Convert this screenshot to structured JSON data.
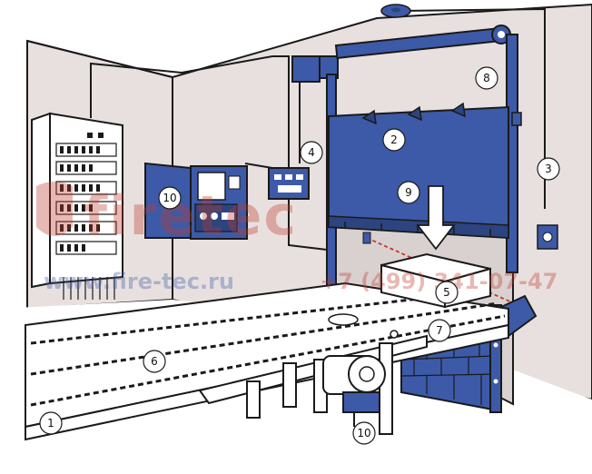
{
  "watermark": {
    "brand": "firetec",
    "site": "www.fire-tec.ru",
    "phone": "+7 (499) 341-07-47",
    "brand_color": "#c0392b"
  },
  "colors": {
    "wall": "#e8e0df",
    "floor": "#ffffff",
    "equipment_blue": "#3d5aa8",
    "equipment_blue_dark": "#2c447f",
    "outline": "#1a1a1a"
  },
  "icons": [
    "fire-door-icon",
    "motor-icon",
    "sensor-icon",
    "cabinet-icon",
    "down-arrow-icon"
  ],
  "callouts": [
    {
      "id": "c1",
      "label": "1"
    },
    {
      "id": "c2",
      "label": "2"
    },
    {
      "id": "c3",
      "label": "3"
    },
    {
      "id": "c4",
      "label": "4"
    },
    {
      "id": "c5",
      "label": "5"
    },
    {
      "id": "c6",
      "label": "6"
    },
    {
      "id": "c7",
      "label": "7"
    },
    {
      "id": "c8",
      "label": "8"
    },
    {
      "id": "c9",
      "label": "9"
    },
    {
      "id": "c10a",
      "label": "10"
    },
    {
      "id": "c10b",
      "label": "10"
    }
  ]
}
